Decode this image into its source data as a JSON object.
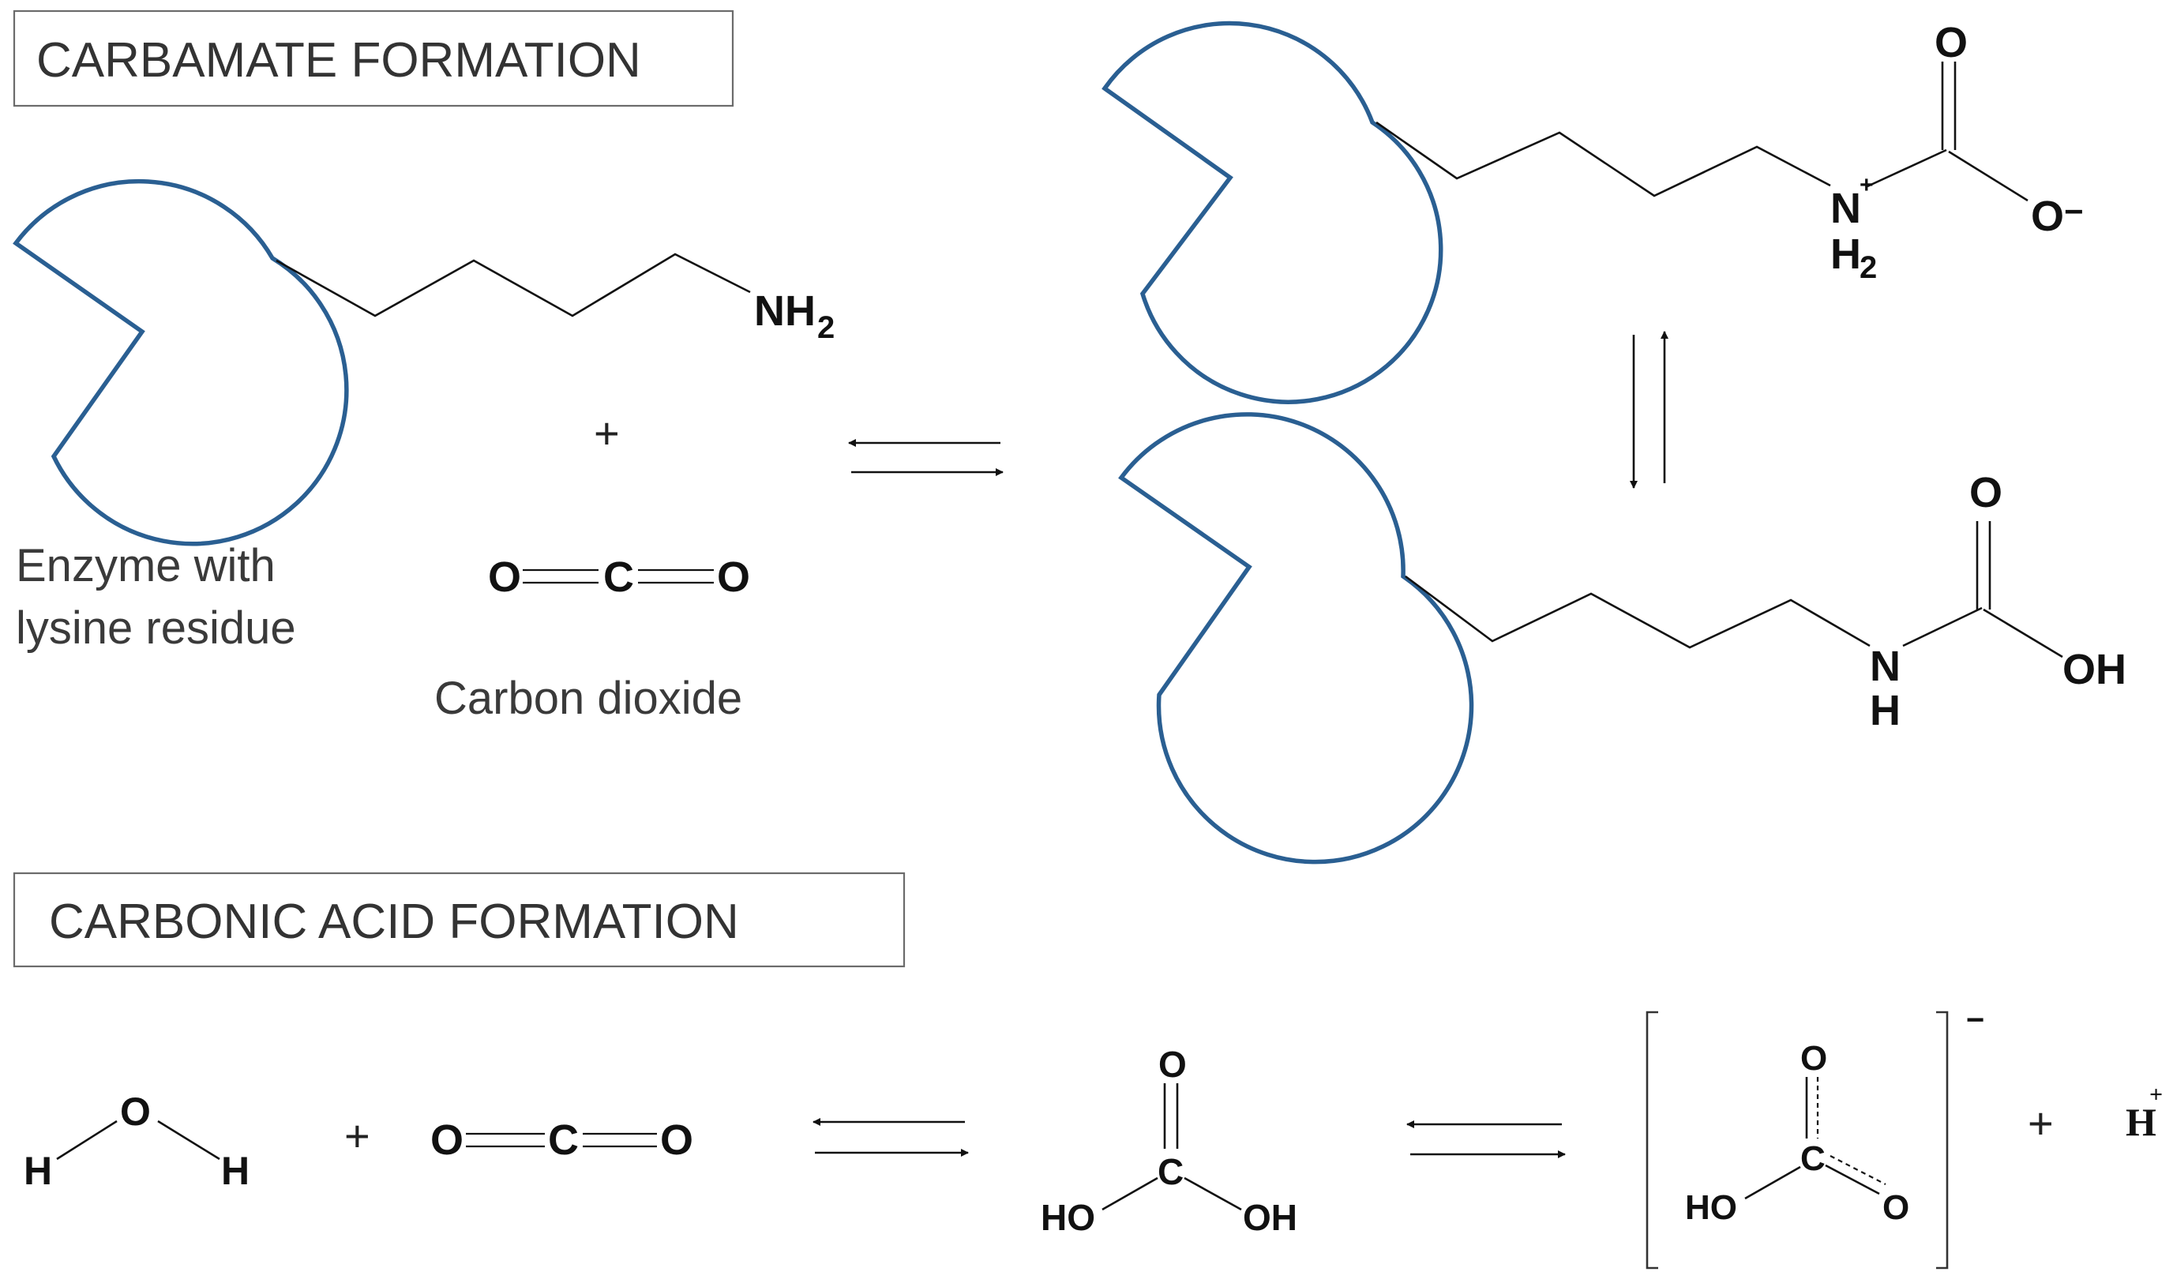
{
  "sections": {
    "carbamate_title": "CARBAMATE FORMATION",
    "carbonic_title": "CARBONIC ACID FORMATION"
  },
  "labels": {
    "enzyme_line1": "Enzyme with",
    "enzyme_line2": "lysine residue",
    "co2_name": "Carbon dioxide"
  },
  "atoms": {
    "nh2_n": "NH",
    "nh2_sub": "2",
    "o": "O",
    "c": "C",
    "n": "N",
    "h": "H",
    "h2": "H",
    "h2_sub": "2",
    "oh": "OH",
    "ho": "HO",
    "plus_charge": "+",
    "minus_charge": "−"
  },
  "symbols": {
    "plus": "+",
    "minus": "−",
    "proton": "H",
    "proton_charge": "+"
  },
  "colors": {
    "enzyme_outline": "#2a5f92",
    "box_border": "#6b6b6b",
    "text": "#333333"
  }
}
